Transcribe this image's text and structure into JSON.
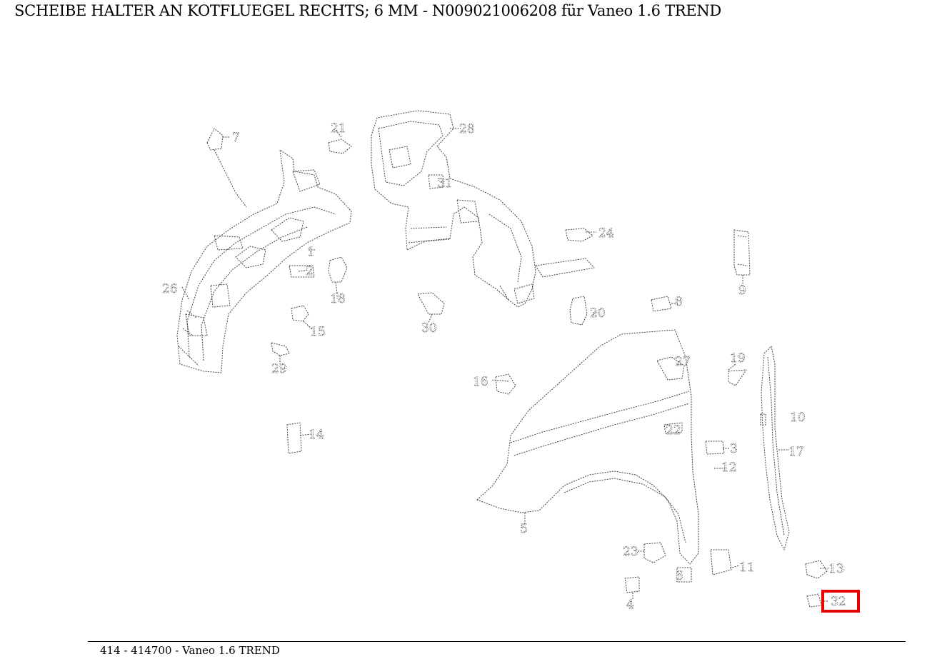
{
  "header": {
    "title": "SCHEIBE HALTER AN KOTFLUEGEL RECHTS; 6 MM - N009021006208 für Vaneo 1.6 TREND"
  },
  "diagram": {
    "callouts": [
      {
        "id": "c-7",
        "label": "7"
      },
      {
        "id": "c-21",
        "label": "21"
      },
      {
        "id": "c-28",
        "label": "28"
      },
      {
        "id": "c-9",
        "label": "9"
      },
      {
        "id": "c-1",
        "label": "1"
      },
      {
        "id": "c-18",
        "label": "18"
      },
      {
        "id": "c-24",
        "label": "24"
      },
      {
        "id": "c-26",
        "label": "26"
      },
      {
        "id": "c-2",
        "label": "2"
      },
      {
        "id": "c-20",
        "label": "20"
      },
      {
        "id": "c-8",
        "label": "8"
      },
      {
        "id": "c-15",
        "label": "15"
      },
      {
        "id": "c-29",
        "label": "29"
      },
      {
        "id": "c-30",
        "label": "30"
      },
      {
        "id": "c-19",
        "label": "19"
      },
      {
        "id": "c-16",
        "label": "16"
      },
      {
        "id": "c-17",
        "label": "17"
      },
      {
        "id": "c-14",
        "label": "14"
      },
      {
        "id": "c-3",
        "label": "3"
      },
      {
        "id": "c-22",
        "label": "22"
      },
      {
        "id": "c-27",
        "label": "27"
      },
      {
        "id": "c-31",
        "label": "31"
      },
      {
        "id": "c-12",
        "label": "12"
      },
      {
        "id": "c-5",
        "label": "5"
      },
      {
        "id": "c-23",
        "label": "23"
      },
      {
        "id": "c-11",
        "label": "11"
      },
      {
        "id": "c-13",
        "label": "13"
      },
      {
        "id": "c-6",
        "label": "6"
      },
      {
        "id": "c-32",
        "label": "32"
      },
      {
        "id": "c-4",
        "label": "4"
      },
      {
        "id": "c-10",
        "label": "10"
      }
    ],
    "highlighted_part": "32",
    "highlight_color": "#e60000",
    "line_color": "#333333"
  },
  "footer": {
    "text": "414 - 414700 - Vaneo 1.6 TREND"
  }
}
